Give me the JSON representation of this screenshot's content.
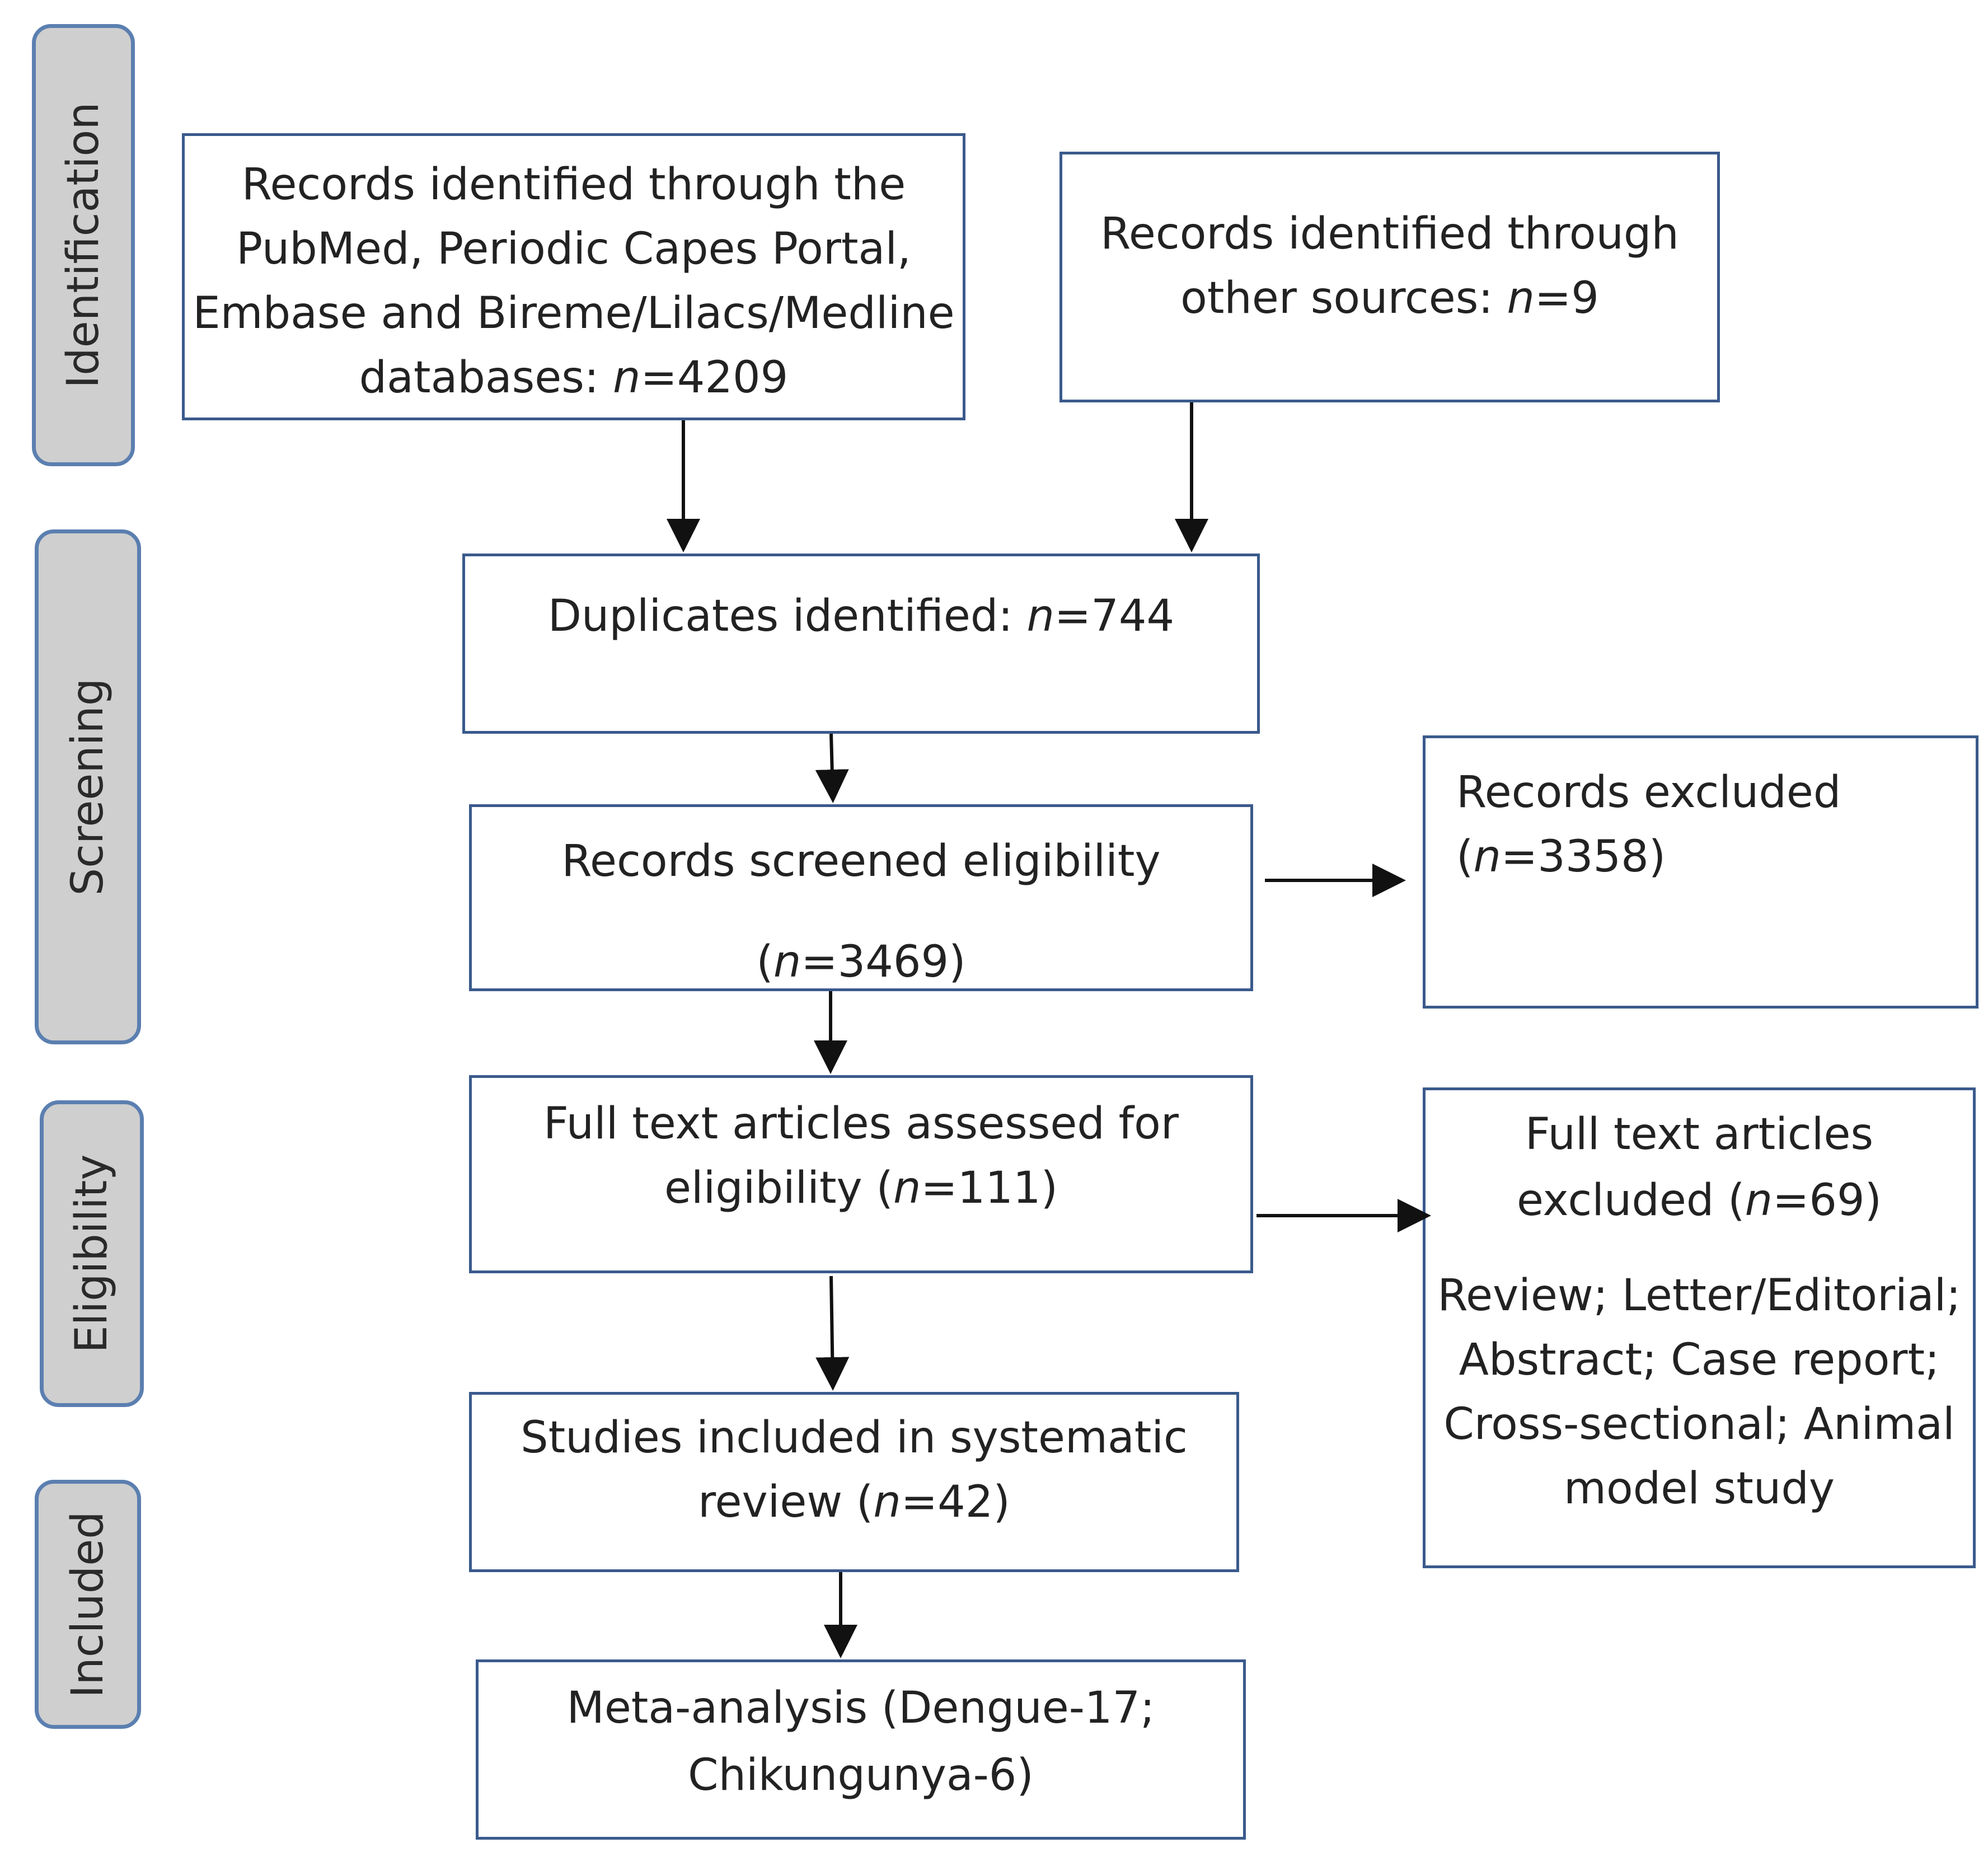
{
  "phases": {
    "identification": "Identification",
    "screening": "Screening",
    "eligibility": "Eligibility",
    "included": "Included"
  },
  "boxes": {
    "databases": {
      "lines": [
        "Records identified through the",
        "PubMed, Periodic Capes Portal,",
        "Embase and Bireme/Lilacs/Medline"
      ],
      "last_prefix": "databases: ",
      "n_symbol": "n",
      "last_value": "=4209"
    },
    "other_sources": {
      "line1": "Records identified through",
      "prefix": "other sources: ",
      "n_symbol": "n",
      "value": "=9"
    },
    "duplicates": {
      "prefix": "Duplicates identified: ",
      "n_symbol": "n",
      "value": "=744"
    },
    "screened": {
      "line1": "Records screened eligibility",
      "open": "(",
      "n_symbol": "n",
      "value": "=3469)"
    },
    "records_excluded": {
      "line1": "Records excluded",
      "open": "(",
      "n_symbol": "n",
      "value": "=3358)"
    },
    "fulltext_assessed": {
      "line1": "Full text articles assessed for",
      "prefix": "eligibility (",
      "n_symbol": "n",
      "value": "=111)"
    },
    "fulltext_excluded": {
      "line1": "Full text articles",
      "prefix": "excluded (",
      "n_symbol": "n",
      "value": "=69)",
      "reasons": [
        "Review; Letter/Editorial;",
        "Abstract; Case report;",
        "Cross-sectional; Animal",
        "model study"
      ]
    },
    "included_sr": {
      "line1": "Studies included in systematic",
      "prefix": "review (",
      "n_symbol": "n",
      "value": "=42)"
    },
    "meta_analysis": {
      "line1": "Meta-analysis (Dengue-17;",
      "line2": "Chikungunya-6)"
    }
  },
  "colors": {
    "box_border": "#3a5a8c",
    "phase_fill": "#cfcfcf",
    "phase_border": "#5b7fb0",
    "arrow": "#111111"
  }
}
